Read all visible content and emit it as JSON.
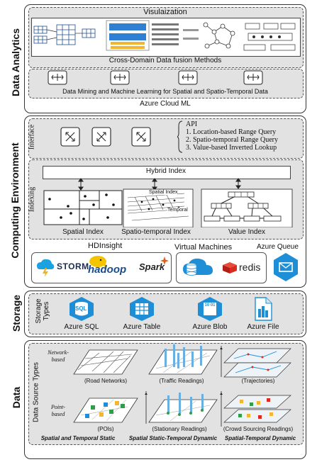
{
  "sections": {
    "data_analytics": "Data Analytics",
    "computing_environment": "Computing Environment",
    "storage": "Storage",
    "data": "Data"
  },
  "analytics": {
    "visualization": "Visulaization",
    "cross_domain": "Cross-Domain Data fusion Methods",
    "mining": "Data Mining and Machine Learning for Spatial and Spatio-Temporal Data",
    "cloud_ml": "Azure Cloud ML"
  },
  "computing": {
    "interface_label": "Interface",
    "api_title": "API",
    "api_items": [
      "1. Location-based Range Query",
      "2. Spatio-temporal Range Query",
      "3. Value-based Inverted Lookup"
    ],
    "indexing_label": "Indexing",
    "hybrid_index": "Hybrid Index",
    "spatial_index": "Spatial Index",
    "spatio_temporal_index": "Spatio-temporal Index",
    "value_index": "Value Index",
    "spatial_tag": "Spatial Index",
    "temporal_tag": "Temporal",
    "hdinsight": "HDInsight",
    "virtual_machines": "Virtual Machines",
    "azure_queue": "Azure Queue",
    "storm": "STORM",
    "hadoop": "hadoop",
    "spark": "Spark",
    "redis": "redis"
  },
  "storage": {
    "types_label": "Storage Types",
    "items": [
      "Azure SQL",
      "Azure Table",
      "Azure Blob",
      "Azure File"
    ],
    "sql_glyph": "SQL",
    "blob_glyph": "10 01"
  },
  "data": {
    "source_types_label": "Data Source Types",
    "network_based": "Network-based",
    "point_based": "Point-based",
    "road_networks": "(Road Networks)",
    "traffic_readings": "(Traffic Readings)",
    "trajectories": "(Trajectories)",
    "pois": "(POIs)",
    "stationary_readings": "(Stationary Readings)",
    "crowd_sourcing": "(Crowd Sourcing Readings)",
    "static": "Spatial and Temporal Static",
    "static_dynamic": "Spatial Static-Temporal Dynamic",
    "dynamic": "Spatial-Temporal Dynamic"
  },
  "colors": {
    "panel_bg": "#e2e2e2",
    "azure_blue": "#1e8fd6",
    "hadoop_yellow": "#f5c400",
    "redis_red": "#d82c20"
  }
}
